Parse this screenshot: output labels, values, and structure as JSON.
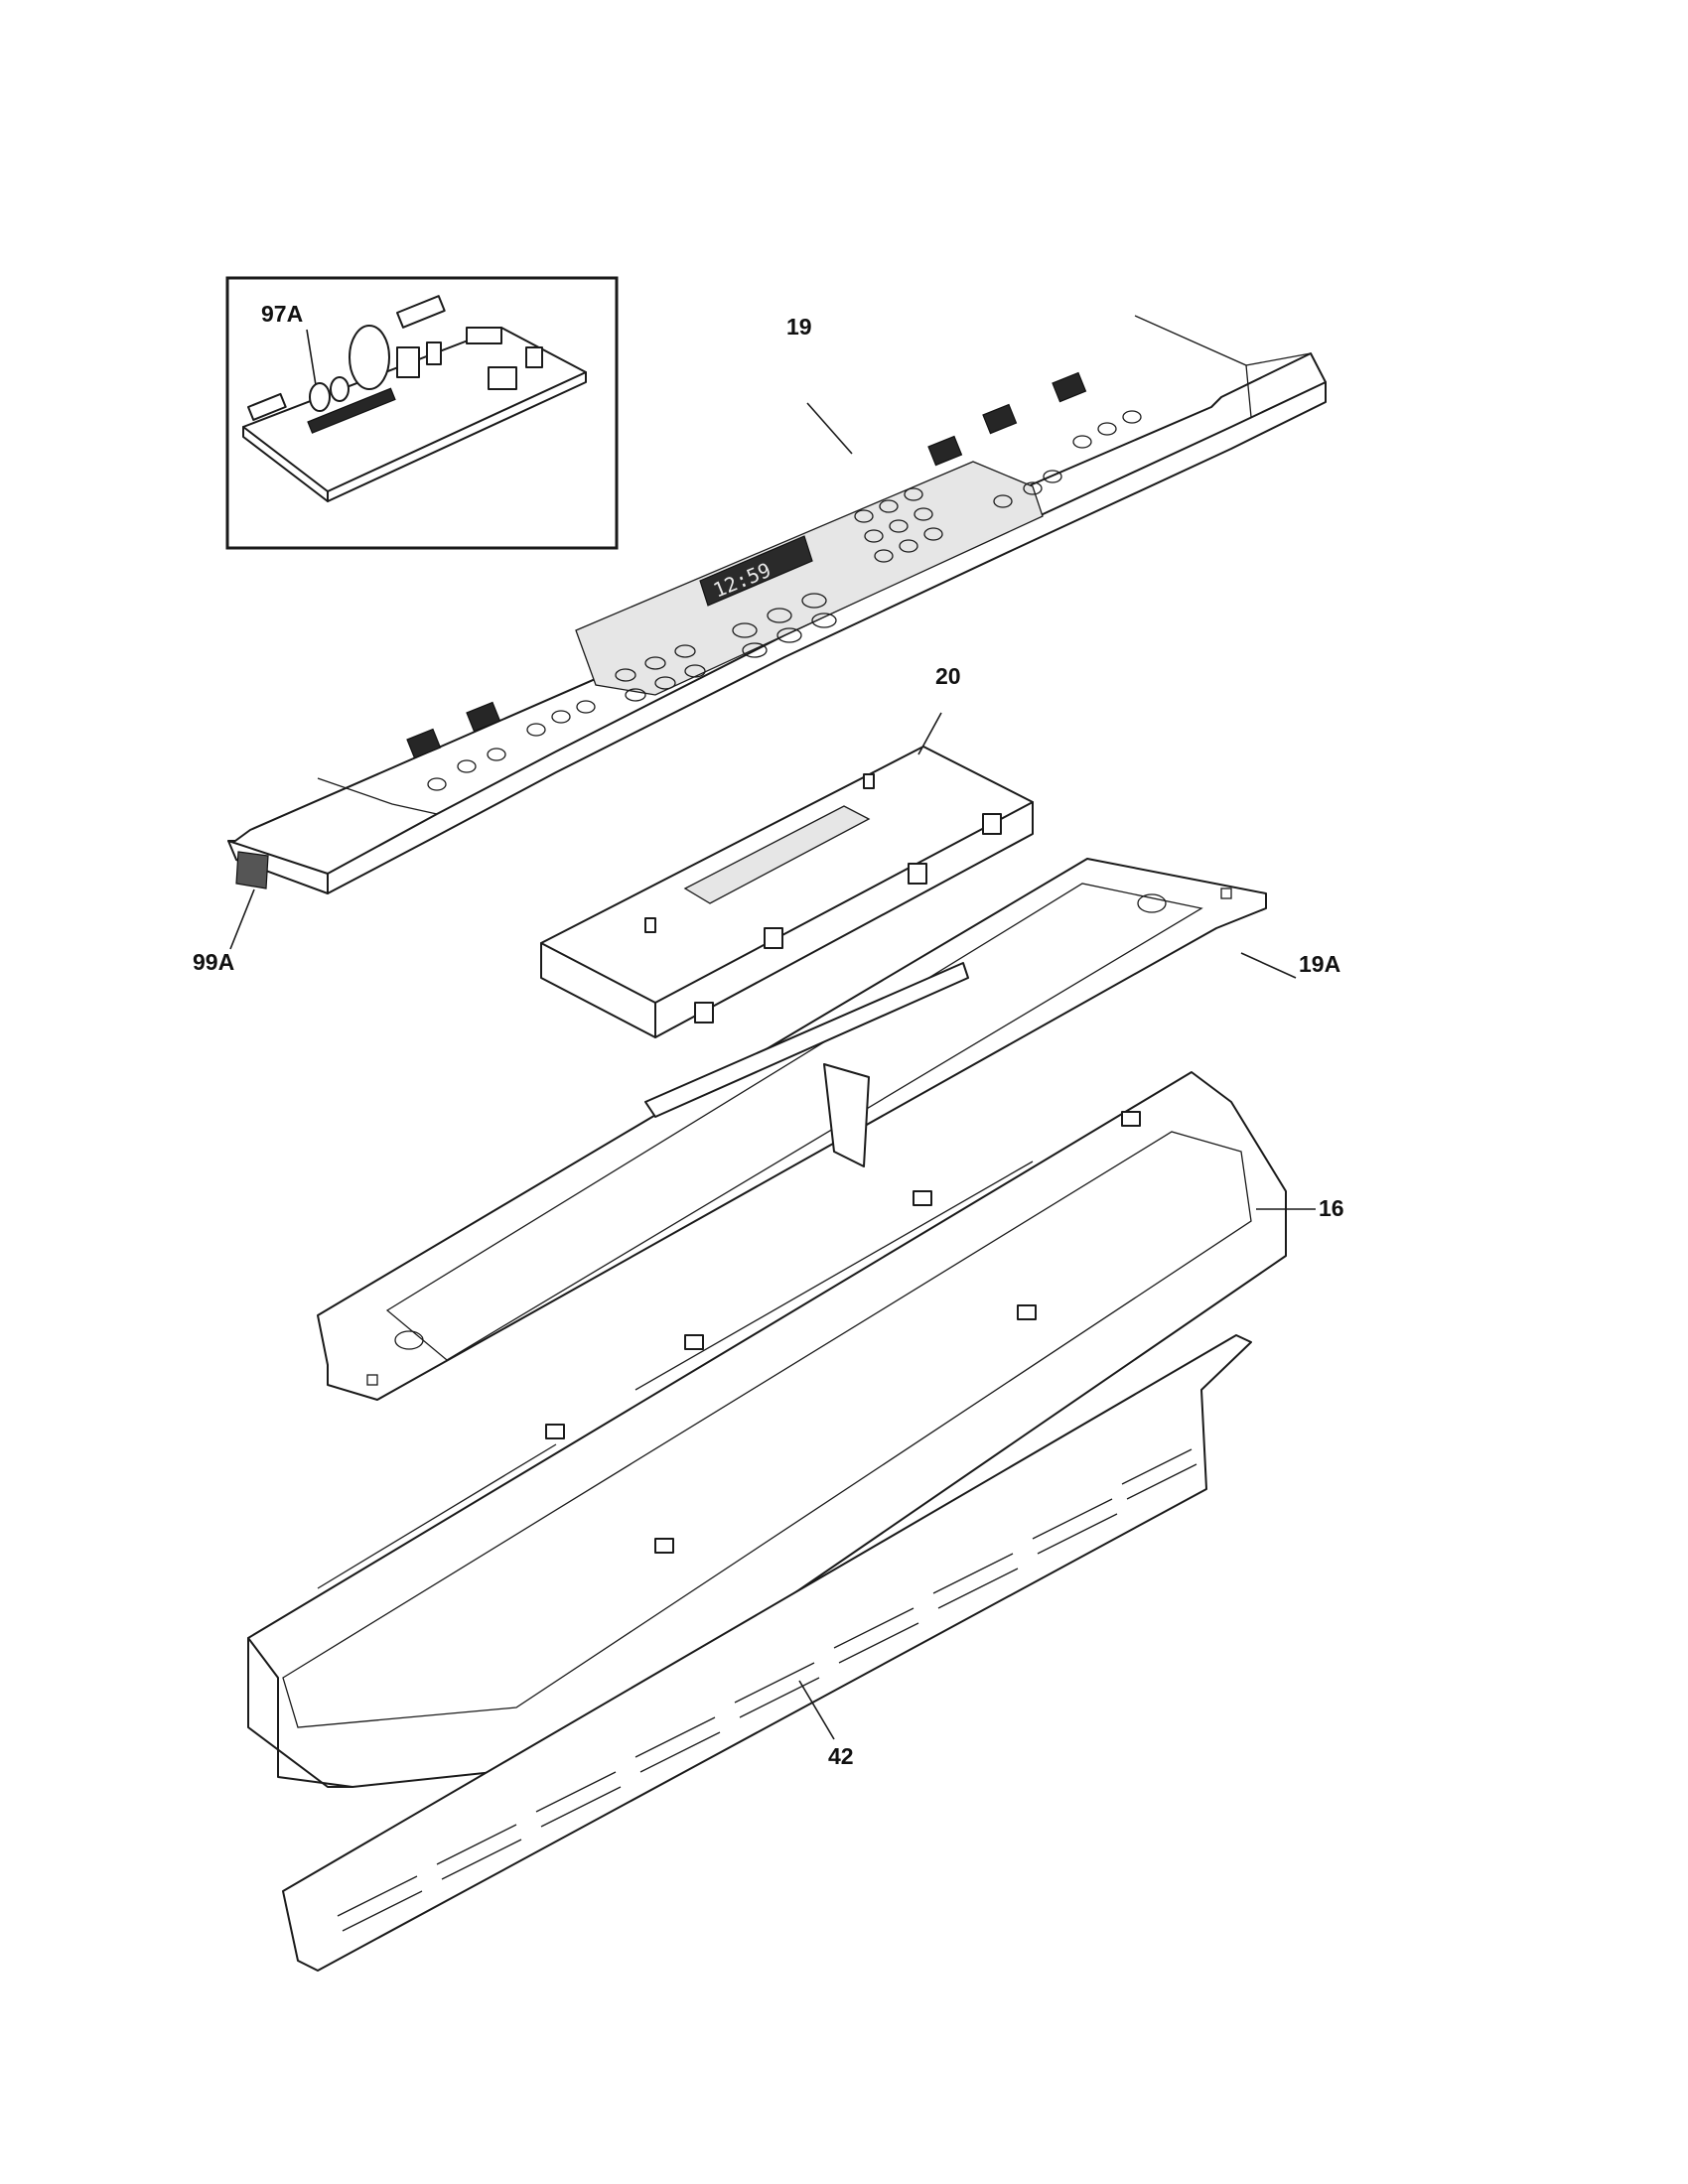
{
  "callouts": {
    "p97A": "97A",
    "p19": "19",
    "p20": "20",
    "p99A": "99A",
    "p19A": "19A",
    "p16": "16",
    "p42": "42"
  },
  "display_readout": "12:59",
  "colors": {
    "line": "#1a1a1a",
    "background": "#ffffff",
    "panel_shade": "#e6e6e6"
  }
}
